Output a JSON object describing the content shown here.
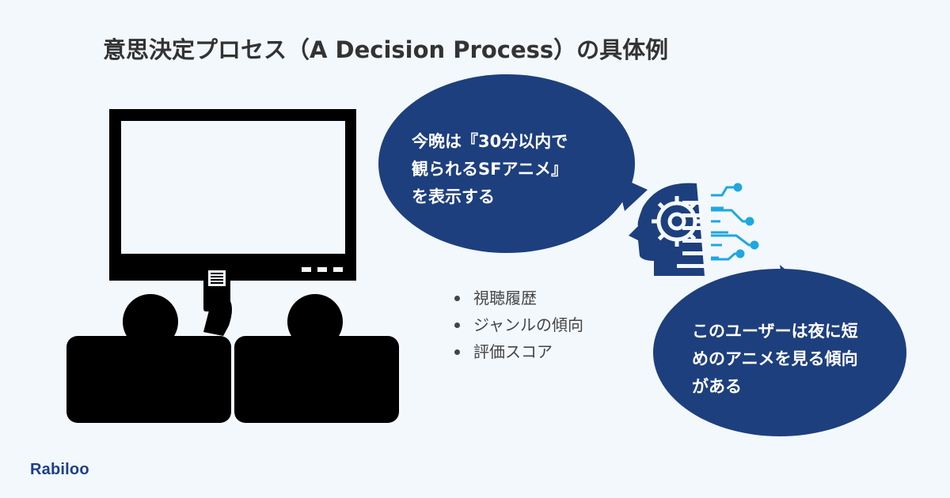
{
  "title": "意思決定プロセス（A Decision Process）の具体例",
  "bubble_top": {
    "lines": [
      "今晩は『30分以内で",
      "観られるSFアニメ』",
      "を表示する"
    ]
  },
  "bubble_bottom": {
    "lines": [
      "このユーザーは夜に短",
      "めのアニメを見る傾向",
      "がある"
    ]
  },
  "features": [
    "視聴履歴",
    "ジャンルの傾向",
    "評価スコア"
  ],
  "logo": "Rabiloo",
  "colors": {
    "background": "#f3f8fc",
    "bubble": "#1d3f7e",
    "silhouette": "#000000",
    "ai_head": "#1d3f7e",
    "circuit": "#20a7df",
    "logo": "#1d3f8a"
  },
  "icons": {
    "tv": "television-icon",
    "remote": "remote-control-icon",
    "viewers": "people-silhouette-icon",
    "ai": "ai-head-gear-icon"
  }
}
